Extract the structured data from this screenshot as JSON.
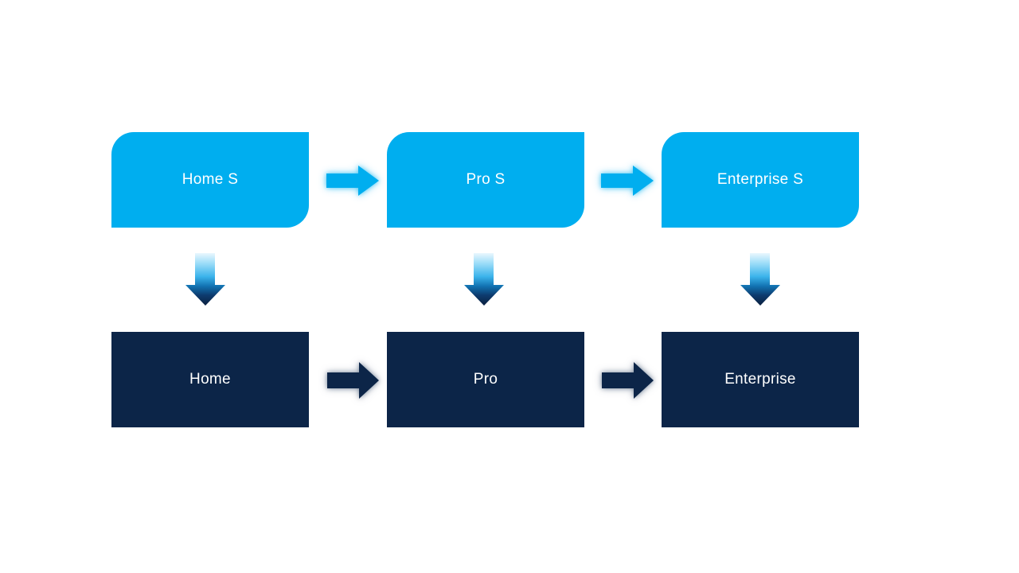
{
  "colors": {
    "background": "#FFFFFF",
    "light_blue": "#00AEEF",
    "navy": "#0C2548",
    "label_text": "#FFFFFF"
  },
  "flow": {
    "top_row": [
      {
        "label": "Home S"
      },
      {
        "label": "Pro S"
      },
      {
        "label": "Enterprise S"
      }
    ],
    "bottom_row": [
      {
        "label": "Home"
      },
      {
        "label": "Pro"
      },
      {
        "label": "Enterprise"
      }
    ],
    "icons": {
      "right_arrow": "→",
      "down_arrow": "↓"
    }
  }
}
